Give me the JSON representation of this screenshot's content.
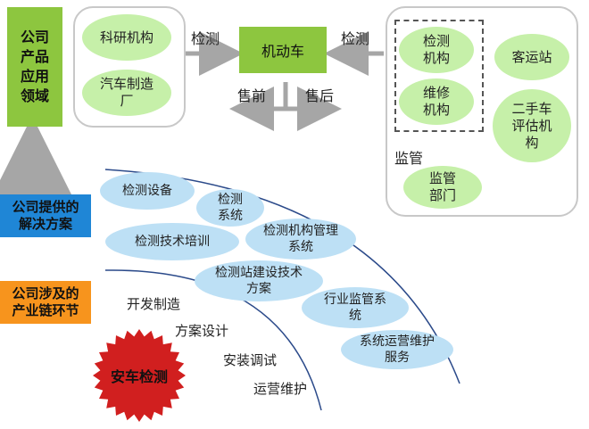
{
  "left_labels": {
    "company_app": "公司产品应用领域",
    "solutions": "公司提供的解决方案",
    "industry_chain": "公司涉及的产业链环节"
  },
  "top": {
    "left_panel": [
      "科研机构",
      "汽车制造厂"
    ],
    "center_box": "机动车",
    "arrow_label_left": "检测",
    "arrow_label_right": "检测",
    "pre_sale": "售前",
    "after_sale": "售后",
    "right_dashed": [
      "检测机构",
      "维修机构"
    ],
    "right_plain": [
      "客运站",
      "二手车评估机构"
    ],
    "supervision_label": "监管",
    "supervision_dept": "监管部门"
  },
  "solutions": [
    "检测设备",
    "检测系统",
    "检测技术培训",
    "检测机构管理系统",
    "检测站建设技术方案",
    "行业监管系统",
    "系统运营维护服务"
  ],
  "chain_steps": [
    "开发制造",
    "方案设计",
    "安装调试",
    "运营维护"
  ],
  "badge": "安车检测",
  "colors": {
    "green": "#8dc63f",
    "light_green": "#c6f0a9",
    "light_blue": "#bde0f5",
    "blue": "#1f86d6",
    "orange": "#f7941d",
    "red_badge": "#d11f1f",
    "arrow_gray": "#a6a6a6"
  }
}
